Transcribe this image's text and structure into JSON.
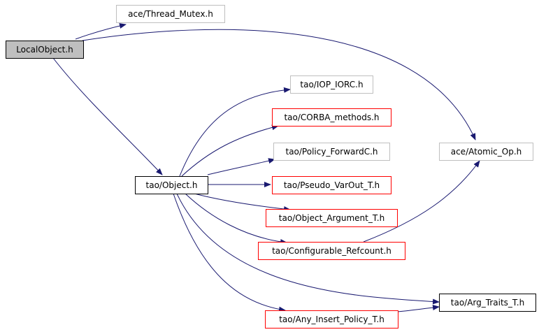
{
  "nodes": [
    {
      "id": "local_object",
      "label": "LocalObject.h",
      "style": "root"
    },
    {
      "id": "thread_mutex",
      "label": "ace/Thread_Mutex.h",
      "style": "gray"
    },
    {
      "id": "atomic_op",
      "label": "ace/Atomic_Op.h",
      "style": "gray"
    },
    {
      "id": "object_h",
      "label": "tao/Object.h",
      "style": "black"
    },
    {
      "id": "iop_iorc",
      "label": "tao/IOP_IORC.h",
      "style": "gray"
    },
    {
      "id": "corba_methods",
      "label": "tao/CORBA_methods.h",
      "style": "red"
    },
    {
      "id": "policy_forwardc",
      "label": "tao/Policy_ForwardC.h",
      "style": "gray"
    },
    {
      "id": "pseudo_varout",
      "label": "tao/Pseudo_VarOut_T.h",
      "style": "red"
    },
    {
      "id": "object_argument",
      "label": "tao/Object_Argument_T.h",
      "style": "red"
    },
    {
      "id": "configurable_refcount",
      "label": "tao/Configurable_Refcount.h",
      "style": "red"
    },
    {
      "id": "any_insert_policy",
      "label": "tao/Any_Insert_Policy_T.h",
      "style": "red"
    },
    {
      "id": "arg_traits",
      "label": "tao/Arg_Traits_T.h",
      "style": "black"
    }
  ],
  "edges": [
    [
      "local_object",
      "thread_mutex"
    ],
    [
      "local_object",
      "atomic_op"
    ],
    [
      "local_object",
      "object_h"
    ],
    [
      "object_h",
      "iop_iorc"
    ],
    [
      "object_h",
      "corba_methods"
    ],
    [
      "object_h",
      "policy_forwardc"
    ],
    [
      "object_h",
      "pseudo_varout"
    ],
    [
      "object_h",
      "object_argument"
    ],
    [
      "object_h",
      "configurable_refcount"
    ],
    [
      "object_h",
      "arg_traits"
    ],
    [
      "object_h",
      "any_insert_policy"
    ],
    [
      "configurable_refcount",
      "atomic_op"
    ],
    [
      "any_insert_policy",
      "arg_traits"
    ]
  ],
  "colors": {
    "edge": "#191970",
    "root_fill": "#bfbfbf",
    "black_border": "#000000",
    "gray_border": "#bfbfbf",
    "red_border": "#ff0000",
    "text": "#000000"
  }
}
